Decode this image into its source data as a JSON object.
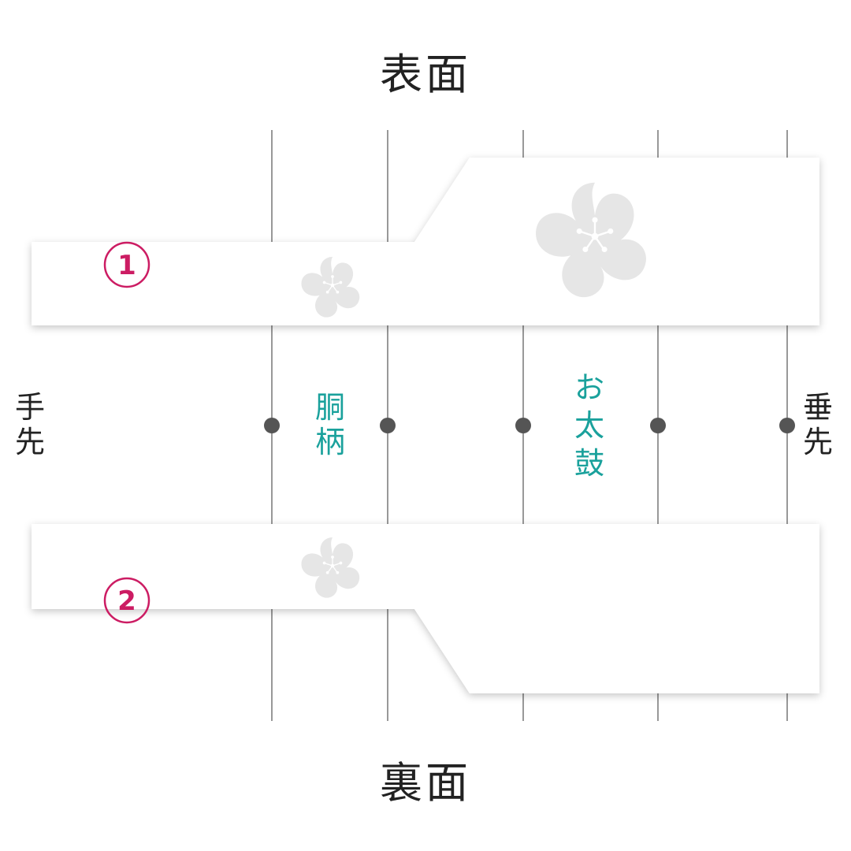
{
  "headings": {
    "front": "表面",
    "back": "裏面"
  },
  "ends": {
    "left": "手先",
    "right": "垂先"
  },
  "sections": {
    "body_pattern": "胴柄",
    "otaiko": "お太鼓"
  },
  "badges": {
    "front": "1",
    "back": "2"
  },
  "colors": {
    "teal": "#1aa19c",
    "magenta": "#cc1c63",
    "line": "#555555",
    "flower": "#e6e6e6"
  },
  "icons": [
    "sakura-flower-icon"
  ]
}
